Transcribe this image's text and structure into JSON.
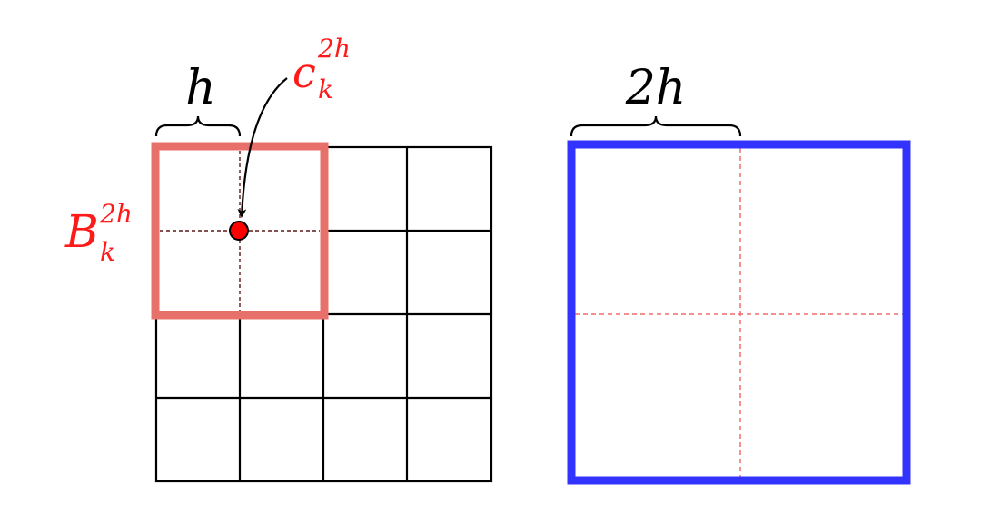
{
  "labels": {
    "h": "h",
    "two_h": "2h",
    "two": "2",
    "c_base": "c",
    "c_sub": "k",
    "c_sup": "2h",
    "b_base": "B",
    "b_sub": "k",
    "b_sup": "2h"
  },
  "colors": {
    "grid": "#000000",
    "highlight_box": "#e8706b",
    "center_point": "#ff0000",
    "math_label_red": "#ff1a1a",
    "coarse_box": "#3333ff",
    "dashed_red": "#ef6b6b",
    "dashed_dark": "#5a1a1a",
    "text_black": "#000000"
  }
}
